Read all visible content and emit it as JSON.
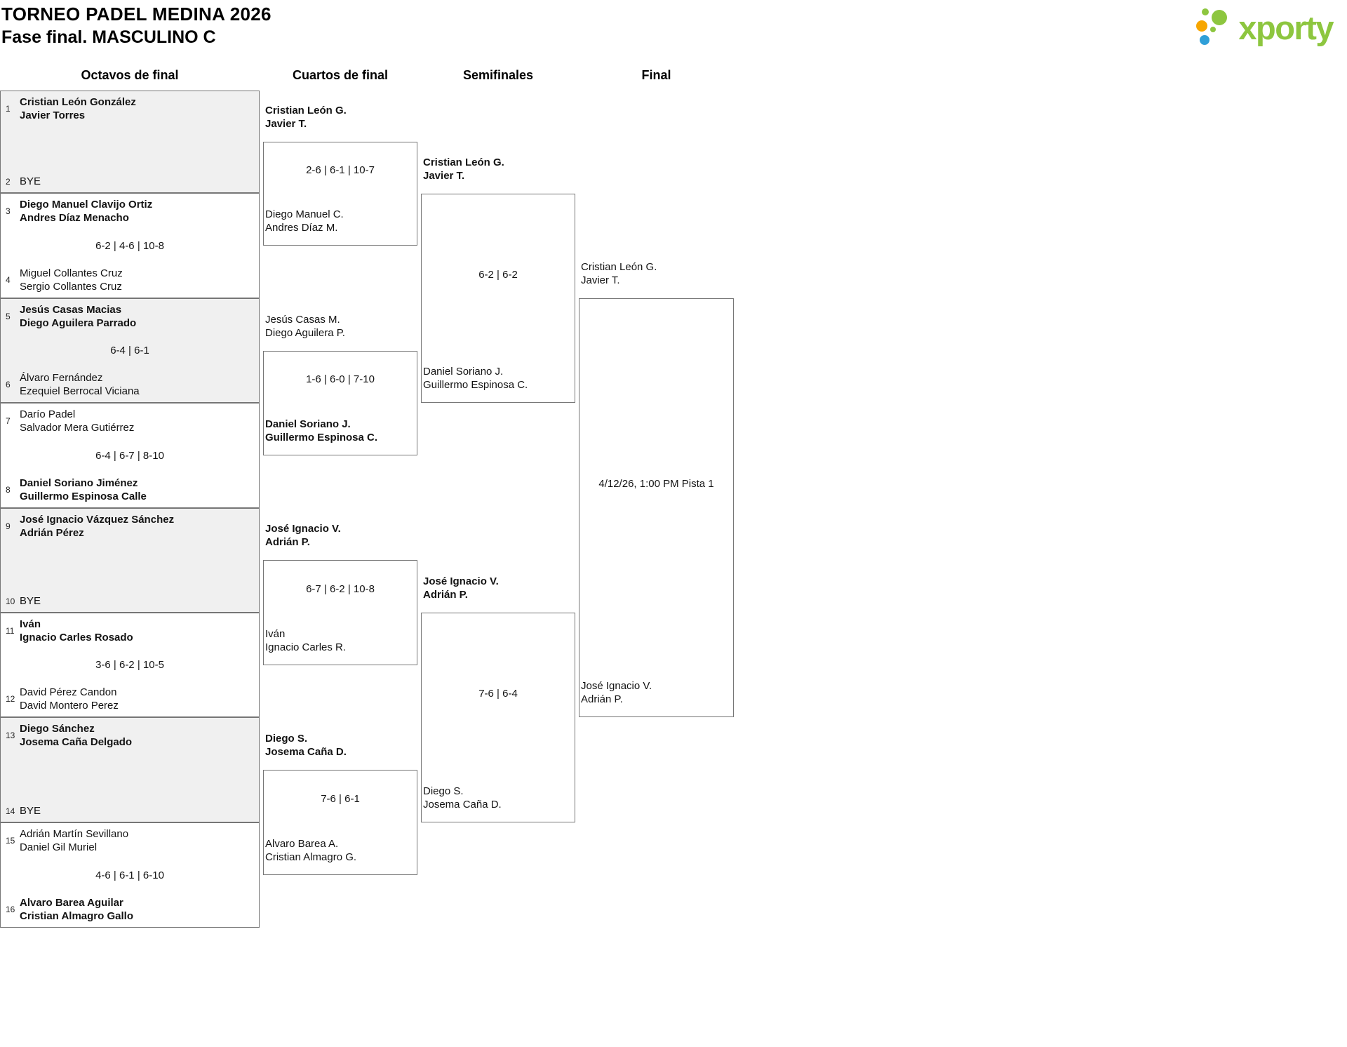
{
  "header": {
    "title": "TORNEO PADEL MEDINA 2026",
    "subtitle": "Fase final. MASCULINO C"
  },
  "brand": {
    "name": "xporty",
    "green": "#8dc63f",
    "orange": "#f7a600",
    "blue": "#2f9fd8"
  },
  "rounds": [
    "Octavos de final",
    "Cuartos de final",
    "Semifinales",
    "Final"
  ],
  "r16": [
    {
      "score": "",
      "team1": {
        "seed": "1",
        "line1": "Cristian León González",
        "line2": "Javier Torres",
        "winner": true
      },
      "team2": {
        "seed": "2",
        "line1": "BYE",
        "line2": "",
        "winner": false
      }
    },
    {
      "score": "6-2 | 4-6 | 10-8",
      "team1": {
        "seed": "3",
        "line1": "Diego Manuel Clavijo Ortiz",
        "line2": "Andres Díaz Menacho",
        "winner": true
      },
      "team2": {
        "seed": "4",
        "line1": "Miguel Collantes Cruz",
        "line2": "Sergio Collantes Cruz",
        "winner": false
      }
    },
    {
      "score": "6-4 | 6-1",
      "team1": {
        "seed": "5",
        "line1": "Jesús Casas Macias",
        "line2": "Diego Aguilera Parrado",
        "winner": true
      },
      "team2": {
        "seed": "6",
        "line1": "Álvaro Fernández",
        "line2": "Ezequiel Berrocal Viciana",
        "winner": false
      }
    },
    {
      "score": "6-4 | 6-7 | 8-10",
      "team1": {
        "seed": "7",
        "line1": "Darío Padel",
        "line2": "Salvador Mera Gutiérrez",
        "winner": false
      },
      "team2": {
        "seed": "8",
        "line1": "Daniel Soriano Jiménez",
        "line2": "Guillermo Espinosa Calle",
        "winner": true
      }
    },
    {
      "score": "",
      "team1": {
        "seed": "9",
        "line1": "José Ignacio Vázquez Sánchez",
        "line2": "Adrián Pérez",
        "winner": true
      },
      "team2": {
        "seed": "10",
        "line1": "BYE",
        "line2": "",
        "winner": false
      }
    },
    {
      "score": "3-6 | 6-2 | 10-5",
      "team1": {
        "seed": "11",
        "line1": "Iván",
        "line2": "Ignacio Carles Rosado",
        "winner": true
      },
      "team2": {
        "seed": "12",
        "line1": "David Pérez Candon",
        "line2": "David Montero Perez",
        "winner": false
      }
    },
    {
      "score": "",
      "team1": {
        "seed": "13",
        "line1": "Diego Sánchez",
        "line2": "Josema Caña Delgado",
        "winner": true
      },
      "team2": {
        "seed": "14",
        "line1": "BYE",
        "line2": "",
        "winner": false
      }
    },
    {
      "score": "4-6 | 6-1 | 6-10",
      "team1": {
        "seed": "15",
        "line1": "Adrián Martín Sevillano",
        "line2": "Daniel Gil Muriel",
        "winner": false
      },
      "team2": {
        "seed": "16",
        "line1": "Alvaro Barea Aguilar",
        "line2": "Cristian Almagro Gallo",
        "winner": true
      }
    }
  ],
  "qf": [
    {
      "score": "2-6 | 6-1 | 10-7",
      "team1": {
        "line1": "Cristian León G.",
        "line2": "Javier T.",
        "winner": true
      },
      "team2": {
        "line1": "Diego Manuel C.",
        "line2": "Andres Díaz M.",
        "winner": false
      }
    },
    {
      "score": "1-6 | 6-0 | 7-10",
      "team1": {
        "line1": "Jesús Casas M.",
        "line2": "Diego Aguilera P.",
        "winner": false
      },
      "team2": {
        "line1": "Daniel Soriano J.",
        "line2": "Guillermo Espinosa C.",
        "winner": true
      }
    },
    {
      "score": "6-7 | 6-2 | 10-8",
      "team1": {
        "line1": "José Ignacio V.",
        "line2": "Adrián P.",
        "winner": true
      },
      "team2": {
        "line1": "Iván",
        "line2": "Ignacio Carles R.",
        "winner": false
      }
    },
    {
      "score": "7-6 | 6-1",
      "team1": {
        "line1": "Diego S.",
        "line2": "Josema Caña D.",
        "winner": true
      },
      "team2": {
        "line1": "Alvaro Barea A.",
        "line2": "Cristian Almagro G.",
        "winner": false
      }
    }
  ],
  "sf": [
    {
      "score": "6-2 | 6-2",
      "team1": {
        "line1": "Cristian León G.",
        "line2": "Javier T.",
        "winner": true
      },
      "team2": {
        "line1": "Daniel Soriano J.",
        "line2": "Guillermo Espinosa C.",
        "winner": false
      }
    },
    {
      "score": "7-6 | 6-4",
      "team1": {
        "line1": "José Ignacio V.",
        "line2": "Adrián P.",
        "winner": true
      },
      "team2": {
        "line1": "Diego S.",
        "line2": "Josema Caña D.",
        "winner": false
      }
    }
  ],
  "final": {
    "schedule": "4/12/26, 1:00 PM Pista 1",
    "team1": {
      "line1": "Cristian León G.",
      "line2": "Javier T.",
      "winner": false
    },
    "team2": {
      "line1": "José Ignacio V.",
      "line2": "Adrián P.",
      "winner": false
    }
  }
}
